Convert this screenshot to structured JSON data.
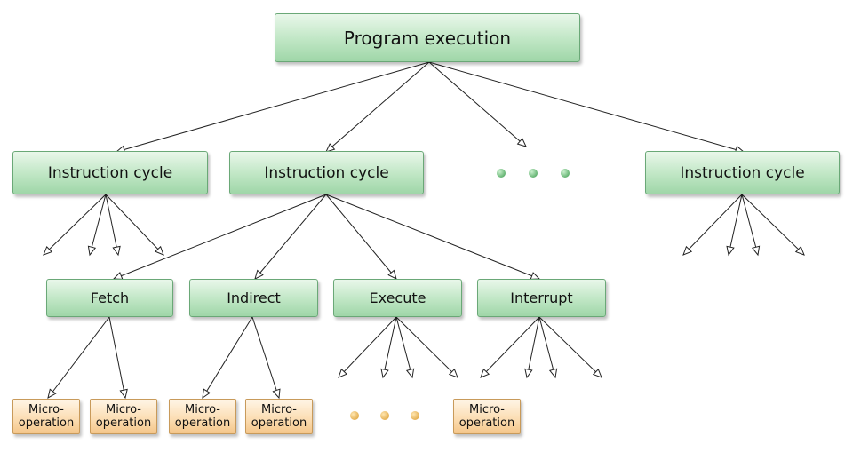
{
  "root": {
    "label": "Program execution"
  },
  "instruction_cycles": [
    {
      "label": "Instruction cycle"
    },
    {
      "label": "Instruction cycle"
    },
    {
      "label": "Instruction cycle"
    }
  ],
  "phases": [
    {
      "label": "Fetch"
    },
    {
      "label": "Indirect"
    },
    {
      "label": "Execute"
    },
    {
      "label": "Interrupt"
    }
  ],
  "micro_operations": [
    {
      "line1": "Micro-",
      "line2": "operation"
    },
    {
      "line1": "Micro-",
      "line2": "operation"
    },
    {
      "line1": "Micro-",
      "line2": "operation"
    },
    {
      "line1": "Micro-",
      "line2": "operation"
    },
    {
      "line1": "Micro-",
      "line2": "operation"
    }
  ],
  "colors": {
    "node_fill": "#bfe6c4",
    "node_border": "#6aa877",
    "micro_fill": "#fbdcb0",
    "micro_border": "#c89a5a",
    "ellipsis_green": "#3a9a4c",
    "ellipsis_orange": "#d99a2e",
    "connector": "#222222"
  }
}
